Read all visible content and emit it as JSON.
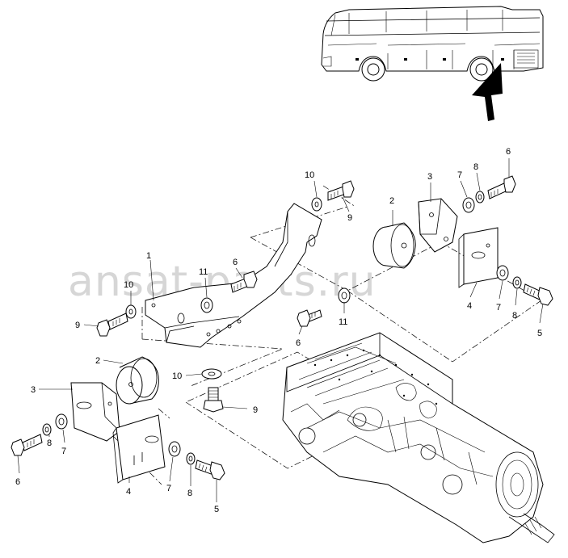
{
  "diagram": {
    "corner_code": "",
    "watermark": "ansat-parts.ru",
    "callouts": [
      {
        "id": "c1",
        "label": "10"
      },
      {
        "id": "c2",
        "label": "9"
      },
      {
        "id": "c3",
        "label": "2"
      },
      {
        "id": "c4",
        "label": "3"
      },
      {
        "id": "c5",
        "label": "7"
      },
      {
        "id": "c6",
        "label": "8"
      },
      {
        "id": "c7",
        "label": "6"
      },
      {
        "id": "c8",
        "label": "1"
      },
      {
        "id": "c9",
        "label": "11"
      },
      {
        "id": "c10",
        "label": "6"
      },
      {
        "id": "c11",
        "label": "10"
      },
      {
        "id": "c12",
        "label": "9"
      },
      {
        "id": "c13",
        "label": "4"
      },
      {
        "id": "c14",
        "label": "7"
      },
      {
        "id": "c15",
        "label": "8"
      },
      {
        "id": "c16",
        "label": "5"
      },
      {
        "id": "c17",
        "label": "11"
      },
      {
        "id": "c18",
        "label": "6"
      },
      {
        "id": "c19",
        "label": "2"
      },
      {
        "id": "c20",
        "label": "10"
      },
      {
        "id": "c21",
        "label": "9"
      },
      {
        "id": "c22",
        "label": "3"
      },
      {
        "id": "c23",
        "label": "8"
      },
      {
        "id": "c24",
        "label": "7"
      },
      {
        "id": "c25",
        "label": "6"
      },
      {
        "id": "c26",
        "label": "4"
      },
      {
        "id": "c27",
        "label": "7"
      },
      {
        "id": "c28",
        "label": "8"
      },
      {
        "id": "c29",
        "label": "5"
      }
    ]
  }
}
